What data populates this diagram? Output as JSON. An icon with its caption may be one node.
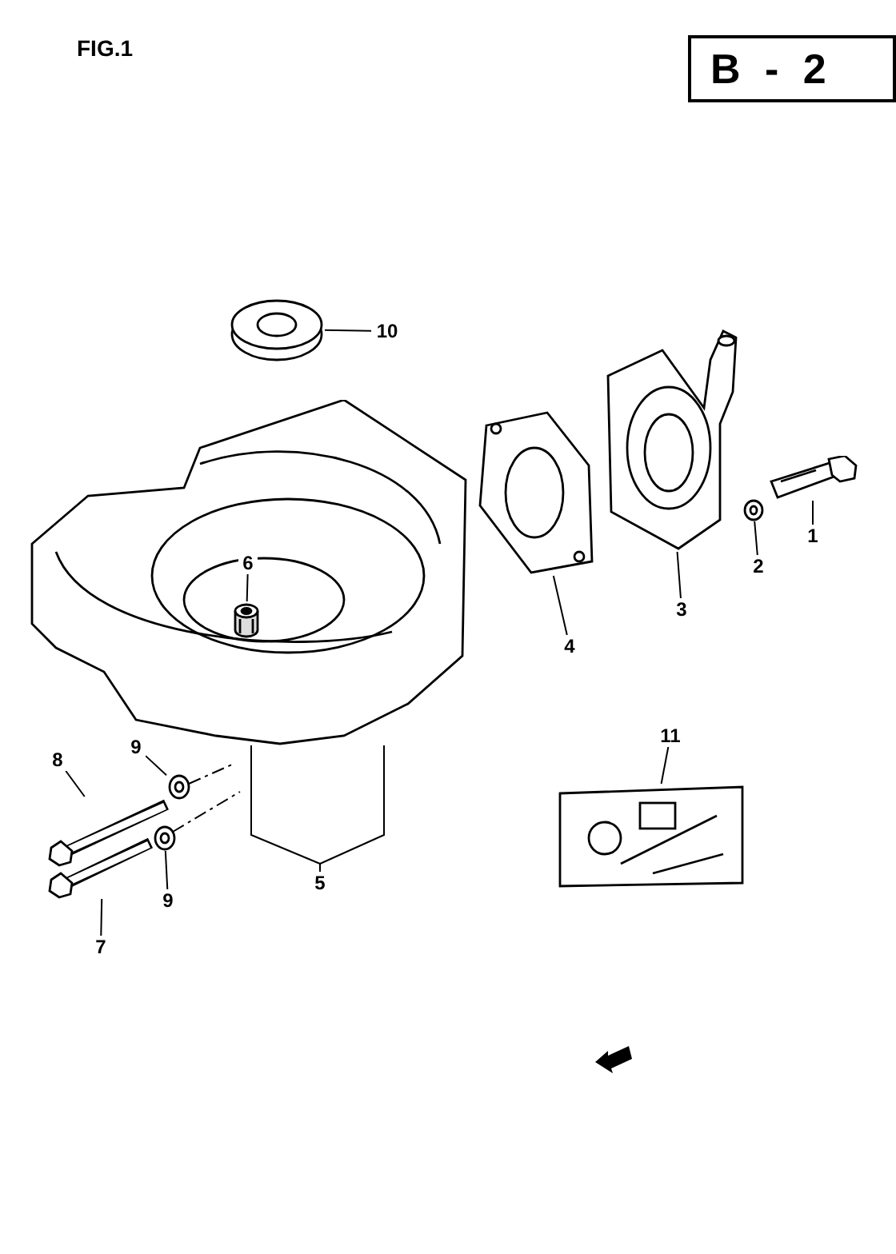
{
  "diagram": {
    "nodes": [
      {
        "text": [
          "B - 2"
        ]
      },
      {
        "text": [
          "1"
        ]
      },
      {
        "text": [],
        "shape": "picture"
      },
      {
        "text": [
          "2"
        ]
      },
      {
        "text": [],
        "shape": "picture"
      },
      {
        "text": [
          "3"
        ]
      },
      {
        "text": [],
        "shape": "picture"
      },
      {
        "text": [
          "4"
        ]
      },
      {
        "text": [],
        "shape": "picture"
      },
      {
        "text": [
          "5"
        ]
      },
      {
        "text": [],
        "shape": "picture"
      },
      {
        "text": [
          "6"
        ],
        "in": 10
      },
      {
        "text": [],
        "shape": "picture",
        "in": 10
      },
      {
        "text": [
          "7"
        ]
      },
      {
        "text": [],
        "shape": "picture"
      },
      {
        "text": [
          "8"
        ]
      },
      {
        "text": [],
        "shape": "picture"
      },
      {
        "text": [
          "9"
        ]
      },
      {
        "text": [],
        "shape": "picture"
      },
      {
        "text": [
          "9"
        ]
      },
      {
        "text": [],
        "shape": "picture"
      },
      {
        "text": [
          "10"
        ]
      },
      {
        "text": [],
        "shape": "picture"
      },
      {
        "text": [
          "11"
        ]
      },
      {
        "text": [],
        "shape": "picture"
      }
    ],
    "edges": [
      {
        "from": 1,
        "to": 2,
        "arrow": "none"
      },
      {
        "from": 3,
        "to": 4,
        "arrow": "none"
      },
      {
        "from": 5,
        "to": 6,
        "arrow": "none"
      },
      {
        "from": 7,
        "to": 8,
        "arrow": "none"
      },
      {
        "from": 9,
        "to": 10,
        "arrow": "none"
      },
      {
        "from": 11,
        "to": 12,
        "arrow": "none"
      },
      {
        "from": 13,
        "to": 14,
        "arrow": "none"
      },
      {
        "from": 15,
        "to": 16,
        "arrow": "none"
      },
      {
        "from": 17,
        "to": 18,
        "arrow": "none"
      },
      {
        "from": 19,
        "to": 20,
        "arrow": "none"
      },
      {
        "from": 21,
        "to": 22,
        "arrow": "none"
      },
      {
        "from": 23,
        "to": 24,
        "arrow": "none"
      }
    ],
    "labels": [
      "FIG.1"
    ]
  }
}
